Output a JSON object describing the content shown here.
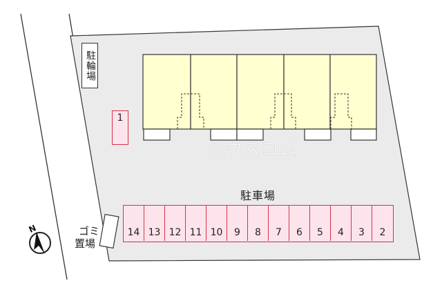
{
  "legend": {
    "bicycle_parking": "駐輪場",
    "parking_title": "駐車場",
    "garbage_line1": "ゴミ",
    "garbage_line2": "置場"
  },
  "compass": {
    "north_letter": "N",
    "icon": "north-arrow-icon"
  },
  "watermark": "ハウスコム",
  "parking_spot_single": "1",
  "parking_spots": [
    "14",
    "13",
    "12",
    "11",
    "10",
    "9",
    "8",
    "7",
    "6",
    "5",
    "4",
    "3",
    "2"
  ],
  "colors": {
    "lot": "#ebebeb",
    "building": "#ffffd0",
    "spot_fill": "#fde4ec",
    "spot_border": "#d6304b",
    "outline": "#333333"
  }
}
